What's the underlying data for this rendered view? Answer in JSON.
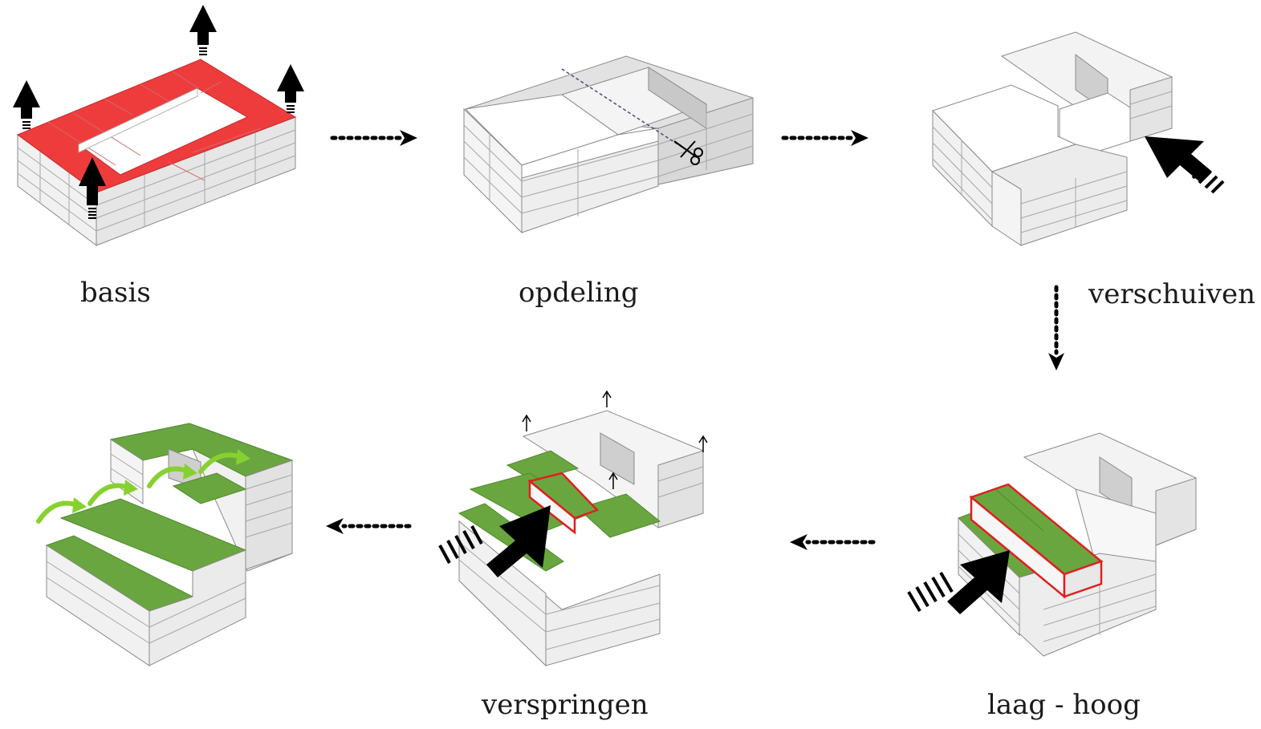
{
  "steps": [
    {
      "id": "basis",
      "label": "basis"
    },
    {
      "id": "opdeling",
      "label": "opdeling"
    },
    {
      "id": "verschuiven",
      "label": "verschuiven"
    },
    {
      "id": "laag_hoog",
      "label": "laag - hoog"
    },
    {
      "id": "verspringen",
      "label": "verspringen"
    }
  ],
  "colors": {
    "ring_red": "#ee3c3c",
    "roof_green": "#6aa63f",
    "face_top": "#ffffff",
    "face_left": "#f1f1f1",
    "face_right": "#e3e3e3",
    "shaded": "#d9d9d9",
    "line": "#8a8a8a",
    "arrow": "#000000",
    "leaf_arrow": "#86d12f"
  },
  "icons": [
    "up-arrow-icon",
    "dotted-arrow-icon",
    "scissors-icon",
    "push-arrow-icon",
    "curved-green-arrow-icon"
  ]
}
